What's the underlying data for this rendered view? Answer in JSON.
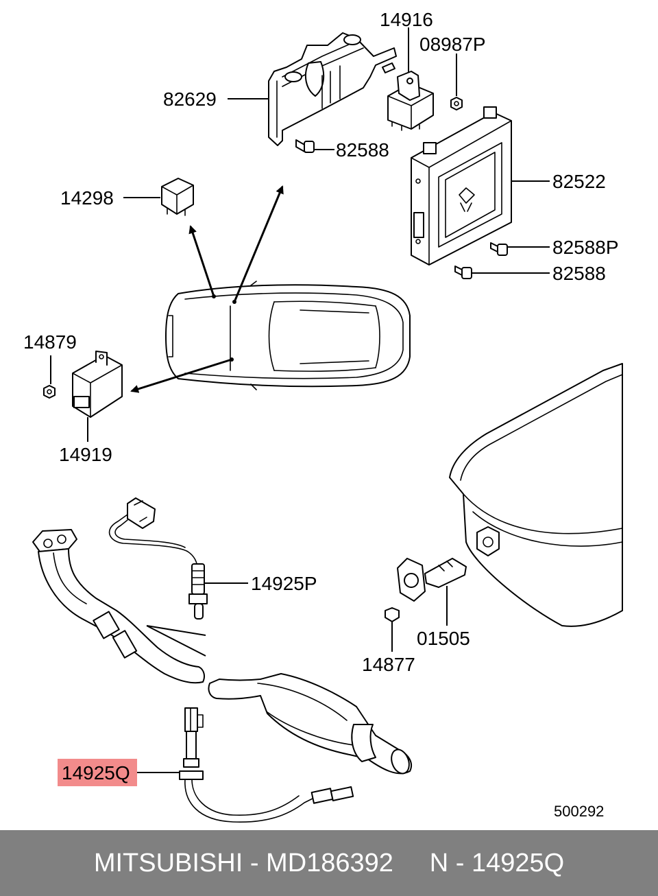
{
  "diagram": {
    "part_labels": {
      "p14916": "14916",
      "p08987P": "08987P",
      "p82629": "82629",
      "p82588a": "82588",
      "p14298": "14298",
      "p82522": "82522",
      "p82588P": "82588P",
      "p82588b": "82588",
      "p14879": "14879",
      "p14919": "14919",
      "p14925P": "14925P",
      "p01505": "01505",
      "p14877": "14877",
      "p14925Q": "14925Q"
    },
    "highlight_color": "#f28b8b",
    "diagram_code": "500292"
  },
  "footer": {
    "text": "MITSUBISHI - MD186392     N - 14925Q"
  }
}
